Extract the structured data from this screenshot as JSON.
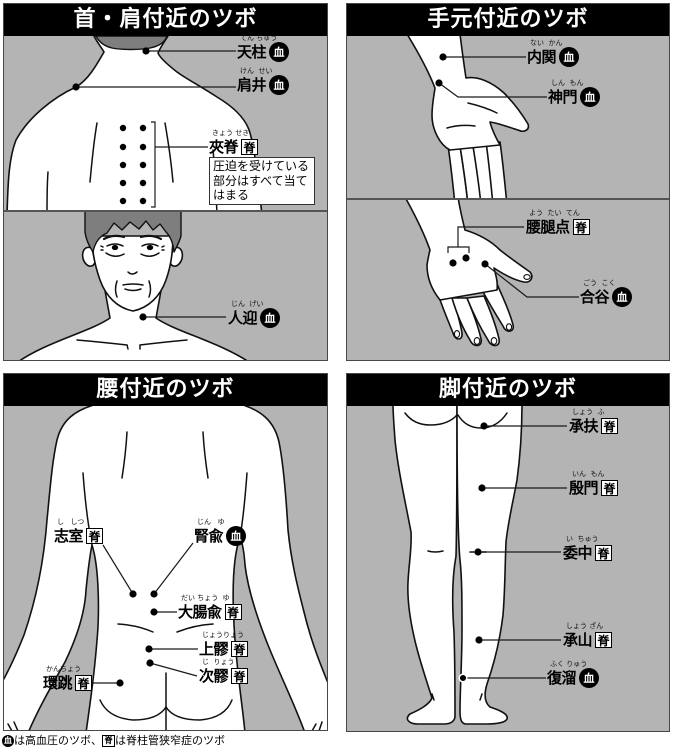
{
  "panels": {
    "neck_shoulder": {
      "title": "首・肩付近のツボ",
      "note": {
        "line1": "圧迫を受けている",
        "line2": "部分はすべて当て",
        "line3": "はまる"
      },
      "points": [
        {
          "name": "天柱",
          "reading": "てん ちゅう",
          "badge": "血",
          "badge_type": "blood"
        },
        {
          "name": "肩井",
          "reading": "けん  せい",
          "badge": "血",
          "badge_type": "blood"
        },
        {
          "name": "夾脊",
          "reading": "きょう せき",
          "badge": "脊",
          "badge_type": "spine"
        },
        {
          "name": "人迎",
          "reading": "じん  げい",
          "badge": "血",
          "badge_type": "blood"
        }
      ]
    },
    "hand": {
      "title": "手元付近のツボ",
      "points": [
        {
          "name": "内関",
          "reading": "ない  かん",
          "badge": "血",
          "badge_type": "blood"
        },
        {
          "name": "神門",
          "reading": "しん  もん",
          "badge": "血",
          "badge_type": "blood"
        },
        {
          "name": "腰腿点",
          "reading": "よう  たい  てん",
          "badge": "脊",
          "badge_type": "spine"
        },
        {
          "name": "合谷",
          "reading": "ごう  こく",
          "badge": "血",
          "badge_type": "blood"
        }
      ]
    },
    "lower_back": {
      "title": "腰付近のツボ",
      "points": [
        {
          "name": "志室",
          "reading": "し   しつ",
          "badge": "脊",
          "badge_type": "spine"
        },
        {
          "name": "腎兪",
          "reading": "じん   ゆ",
          "badge": "血",
          "badge_type": "blood"
        },
        {
          "name": "大腸兪",
          "reading": "だい ちょう  ゆ",
          "badge": "脊",
          "badge_type": "spine"
        },
        {
          "name": "上髎",
          "reading": "じょうりょう",
          "badge": "脊",
          "badge_type": "spine"
        },
        {
          "name": "次髎",
          "reading": "じ  りょう",
          "badge": "脊",
          "badge_type": "spine"
        },
        {
          "name": "環跳",
          "reading": "かんちょう",
          "badge": "脊",
          "badge_type": "spine"
        }
      ]
    },
    "legs": {
      "title": "脚付近のツボ",
      "points": [
        {
          "name": "承扶",
          "reading": "しょう  ふ",
          "badge": "脊",
          "badge_type": "spine"
        },
        {
          "name": "殷門",
          "reading": "いん  もん",
          "badge": "脊",
          "badge_type": "spine"
        },
        {
          "name": "委中",
          "reading": "い  ちゅう",
          "badge": "脊",
          "badge_type": "spine"
        },
        {
          "name": "承山",
          "reading": "しょう ざん",
          "badge": "脊",
          "badge_type": "spine"
        },
        {
          "name": "復溜",
          "reading": "ふく りゅう",
          "badge": "血",
          "badge_type": "blood"
        }
      ]
    }
  },
  "legend": {
    "blood_badge": "血",
    "blood_text": "は高血圧のツボ、",
    "spine_badge": "脊",
    "spine_text": "は脊柱管狭窄症のツボ"
  },
  "colors": {
    "panel_background": "#b4b4b4",
    "header_background": "#000000",
    "header_text": "#ffffff",
    "hair": "#7e7e7e",
    "blood_badge": "#000000",
    "spine_badge_border": "#000000"
  }
}
